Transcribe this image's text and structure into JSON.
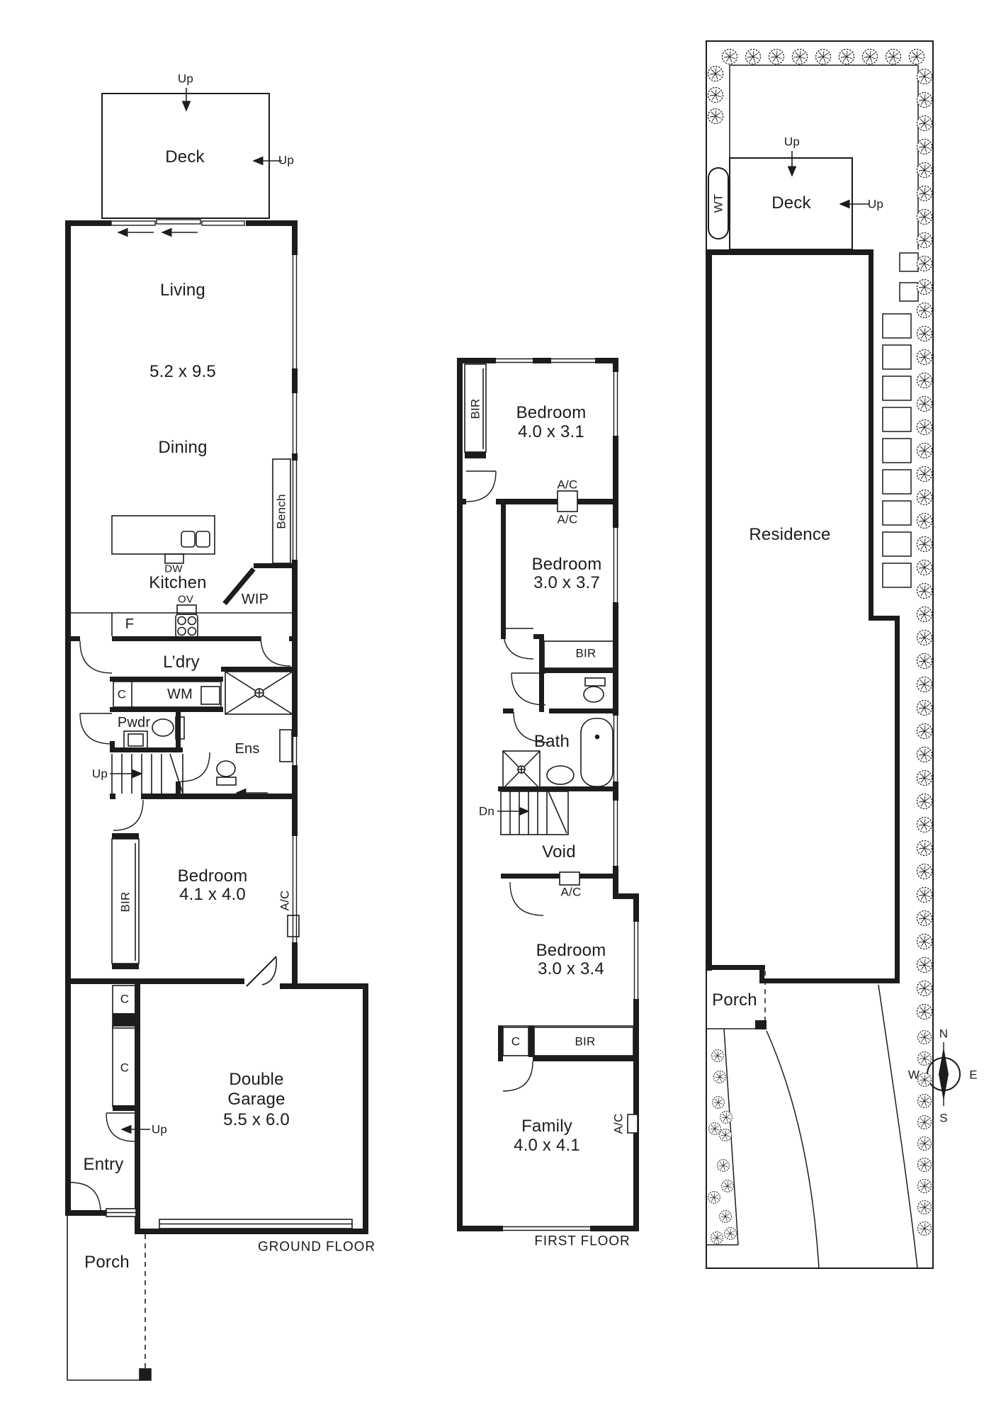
{
  "ground_floor": {
    "title": "GROUND FLOOR",
    "deck": "Deck",
    "deck_up_top": "Up",
    "deck_up_side": "Up",
    "living": "Living",
    "living_dims": "5.2 x 9.5",
    "dining": "Dining",
    "bench": "Bench",
    "dishwasher": "DW",
    "kitchen": "Kitchen",
    "oven": "OV",
    "pantry": "WIP",
    "fridge": "F",
    "laundry": "L’dry",
    "linen": "C",
    "washer": "WM",
    "powder": "Pwdr",
    "stairs_up": "Up",
    "ensuite": "Ens",
    "bedroom": "Bedroom",
    "bedroom_dims": "4.1 x 4.0",
    "bir": "BIR",
    "ac": "A/C",
    "closet_a": "C",
    "closet_b": "C",
    "entry_up": "Up",
    "garage_line1": "Double",
    "garage_line2": "Garage",
    "garage_dims": "5.5 x 6.0",
    "entry": "Entry",
    "porch": "Porch"
  },
  "first_floor": {
    "title": "FIRST FLOOR",
    "bir1": "BIR",
    "bed1": "Bedroom",
    "bed1_dims": "4.0 x 3.1",
    "ac1_top": "A/C",
    "ac1_bottom": "A/C",
    "bed2": "Bedroom",
    "bed2_dims": "3.0 x 3.7",
    "bir2": "BIR",
    "bath": "Bath",
    "stairs_dn": "Dn",
    "void": "Void",
    "ac2": "A/C",
    "bed3": "Bedroom",
    "bed3_dims": "3.0 x 3.4",
    "closet": "C",
    "bir3": "BIR",
    "family": "Family",
    "family_dims": "4.0 x 4.1",
    "ac3": "A/C"
  },
  "site_plan": {
    "deck": "Deck",
    "up_top": "Up",
    "up_side": "Up",
    "water_tank": "WT",
    "residence": "Residence",
    "porch": "Porch",
    "compass_n": "N",
    "compass_e": "E",
    "compass_s": "S",
    "compass_w": "W"
  },
  "colors": {
    "ink": "#1c1c1c",
    "paper": "#ffffff"
  }
}
